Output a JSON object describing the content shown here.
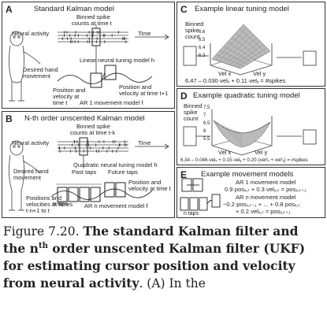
{
  "panelA": {
    "label": "A",
    "title": "Standard Kalman model",
    "binned": "Binned spike",
    "binned2": "counts at time t",
    "neural": "Neural activity",
    "time": "Time",
    "desired": "Desired hand",
    "desired2": "movement",
    "linear": "Linear neural tuning model h",
    "posAtT": "Position and",
    "posAtT2": "velocity at",
    "posAtT3": "time t",
    "posAtT1": "Position and",
    "posAtT1b": "velocity at time t+1",
    "ar1": "AR 1 movement model f"
  },
  "panelB": {
    "label": "B",
    "title": "N-th order unscented Kalman model",
    "binned": "Binned spike",
    "binned2": "counts at time t-k",
    "neural": "Neural activity",
    "time": "Time",
    "desired": "Desired hand",
    "desired2": "movement",
    "quad": "Quadratic neural tuning model h",
    "past": "Past taps",
    "future": "Future taps",
    "posAtT": "Position and",
    "posAtT2": "velocity at time t",
    "arn": "AR n movement model f",
    "ntaps": "n taps",
    "posTimes": "Positions and",
    "posTimes2": "velocities at times",
    "posTimes3": "t-n+1 to t"
  },
  "panelC": {
    "label": "C",
    "title": "Example linear tuning model",
    "binned": "Binned",
    "binned2": "spike",
    "binned3": "count",
    "zticks": [
      "6.6",
      "6.5",
      "6.4",
      "6.3"
    ],
    "velx": "Vel x",
    "vely": "Vel y",
    "equation": "6.47 – 0.030·velₓ + 0.11·velᵧ = #spikes"
  },
  "panelD": {
    "label": "D",
    "title": "Example quadratic tuning model",
    "binned": "Binned",
    "binned2": "spike",
    "binned3": "count",
    "zticks": [
      "7.5",
      "7",
      "6.5",
      "6",
      "5.5"
    ],
    "velx": "Vel x",
    "vely": "Vel y",
    "equation": "6.34 – 0.046·velₓ + 0.15·velᵧ + 0.20·(vel²ₓ + vel²ᵧ) = #spikes"
  },
  "panelE": {
    "label": "E",
    "title": "Example movement models",
    "ar1": "AR 1 movement model",
    "ar1eq": "0.9·posₓ,ₜ + 0.3·velₓ,ₜ = posₓ,ₜ₊₁",
    "arn": "AR n movement model",
    "arneq1": "−0.2·posₓ,ₜ₋₁ + ... + 0.8·posₓ,ₜ",
    "arneq2": "+ 0.2·velₓ,ₜ = posₓ,ₜ₊₁",
    "ntaps": "n taps"
  },
  "caption": {
    "prefix": "Figure 7.20. ",
    "bold1": "The standard Kalman filter and the n",
    "sup": "th",
    "bold2": " order unscented Kalman filter (UKF) for estimating cursor position and velocity from neural activity",
    "rest": ". (A) In the"
  }
}
